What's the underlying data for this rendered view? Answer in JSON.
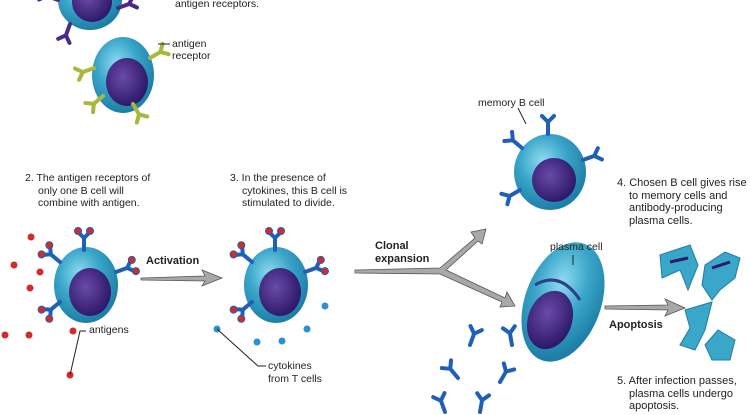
{
  "labels": {
    "step1_tail": "antigen receptors.",
    "antigen_receptor_1": "antigen",
    "antigen_receptor_2": "receptor",
    "step2": [
      "2. The antigen receptors of",
      "only one B cell will",
      "combine with antigen."
    ],
    "step3": [
      "3. In the presence of",
      "cytokines, this B cell is",
      "stimulated to divide."
    ],
    "activation": "Activation",
    "antigens": "antigens",
    "cytokines": [
      "cytokines",
      "from T cells"
    ],
    "clonal_expansion": [
      "Clonal",
      "expansion"
    ],
    "memory_b_cell": "memory B cell",
    "step4": [
      "4. Chosen B cell gives rise",
      "to memory cells and",
      "antibody-producing",
      "plasma cells."
    ],
    "plasma_cell": "plasma cell",
    "apoptosis": "Apoptosis",
    "step5": [
      "5. After infection passes,",
      "plasma cells undergo",
      "apoptosis."
    ]
  },
  "colors": {
    "cytoplasm": "#3aa6c9",
    "nucleus": "#4b2f8c",
    "antigen": "#d42a2a",
    "cytokine": "#2a8fd6",
    "receptor_blue": "#1f5fb8",
    "receptor_green": "#a9b83a",
    "receptor_purple": "#4a2a86",
    "arrow": "#a8a8a8"
  }
}
